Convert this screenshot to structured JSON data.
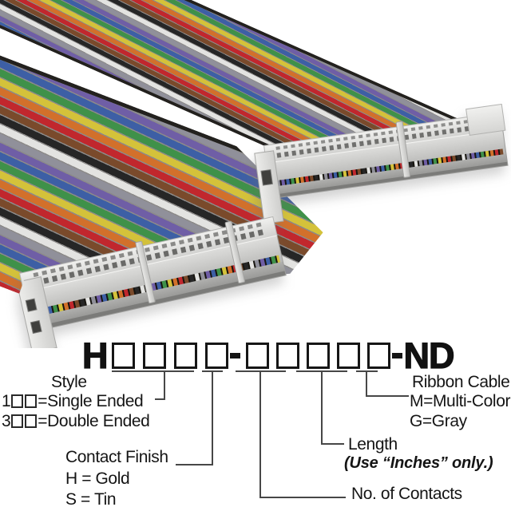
{
  "part_number": {
    "prefix": "H",
    "separator": "-",
    "nd_suffix": "ND",
    "boxes_before_dash": 4,
    "boxes_after_dash": 5
  },
  "callouts": {
    "style": {
      "title": "Style",
      "options": [
        {
          "prefix": "1",
          "label": "=Single Ended"
        },
        {
          "prefix": "3",
          "label": "=Double Ended"
        }
      ]
    },
    "contact_finish": {
      "title": "Contact Finish",
      "options": [
        "H = Gold",
        "S = Tin"
      ]
    },
    "contacts": {
      "title": "No. of Contacts"
    },
    "length": {
      "title": "Length",
      "note": "(Use “Inches” only.)"
    },
    "ribbon": {
      "title": "Ribbon Cable",
      "options": [
        "M=Multi-Color",
        "G=Gray"
      ]
    }
  },
  "photo": {
    "background": "#ffffff",
    "connector_color": "#c9c9c7",
    "ribbon_colors": [
      "#e3e3e1",
      "#90909a",
      "#6f5ea6",
      "#3d5fa5",
      "#3f9149",
      "#d4c23a",
      "#d2702b",
      "#c1272d",
      "#7a4a2b",
      "#262626"
    ]
  }
}
